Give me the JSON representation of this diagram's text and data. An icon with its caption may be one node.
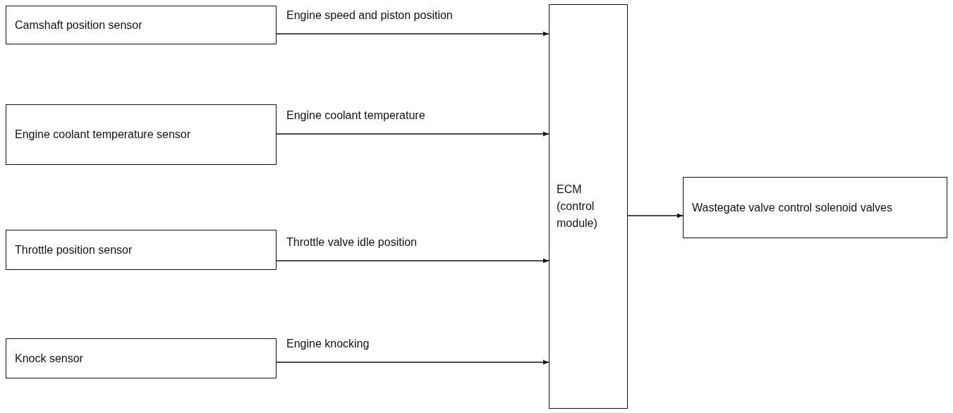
{
  "diagram": {
    "nodes": [
      {
        "text": [
          "Camshaft position sensor"
        ]
      },
      {
        "text": [
          "Engine coolant temperature sensor"
        ]
      },
      {
        "text": [
          "Throttle position sensor"
        ]
      },
      {
        "text": [
          "Knock sensor"
        ]
      },
      {
        "text": [
          "ECM (control module)"
        ]
      },
      {
        "text": [
          "Wastegate valve control solenoid valves"
        ]
      }
    ],
    "edges": [
      {
        "from": 0,
        "to": 4,
        "arrow": "to",
        "label": "Engine speed and piston position"
      },
      {
        "from": 1,
        "to": 4,
        "arrow": "to",
        "label": "Engine coolant temperature"
      },
      {
        "from": 2,
        "to": 4,
        "arrow": "to",
        "label": "Throttle valve idle position"
      },
      {
        "from": 3,
        "to": 4,
        "arrow": "to",
        "label": "Engine knocking"
      },
      {
        "from": 4,
        "to": 5,
        "arrow": "to"
      }
    ]
  }
}
